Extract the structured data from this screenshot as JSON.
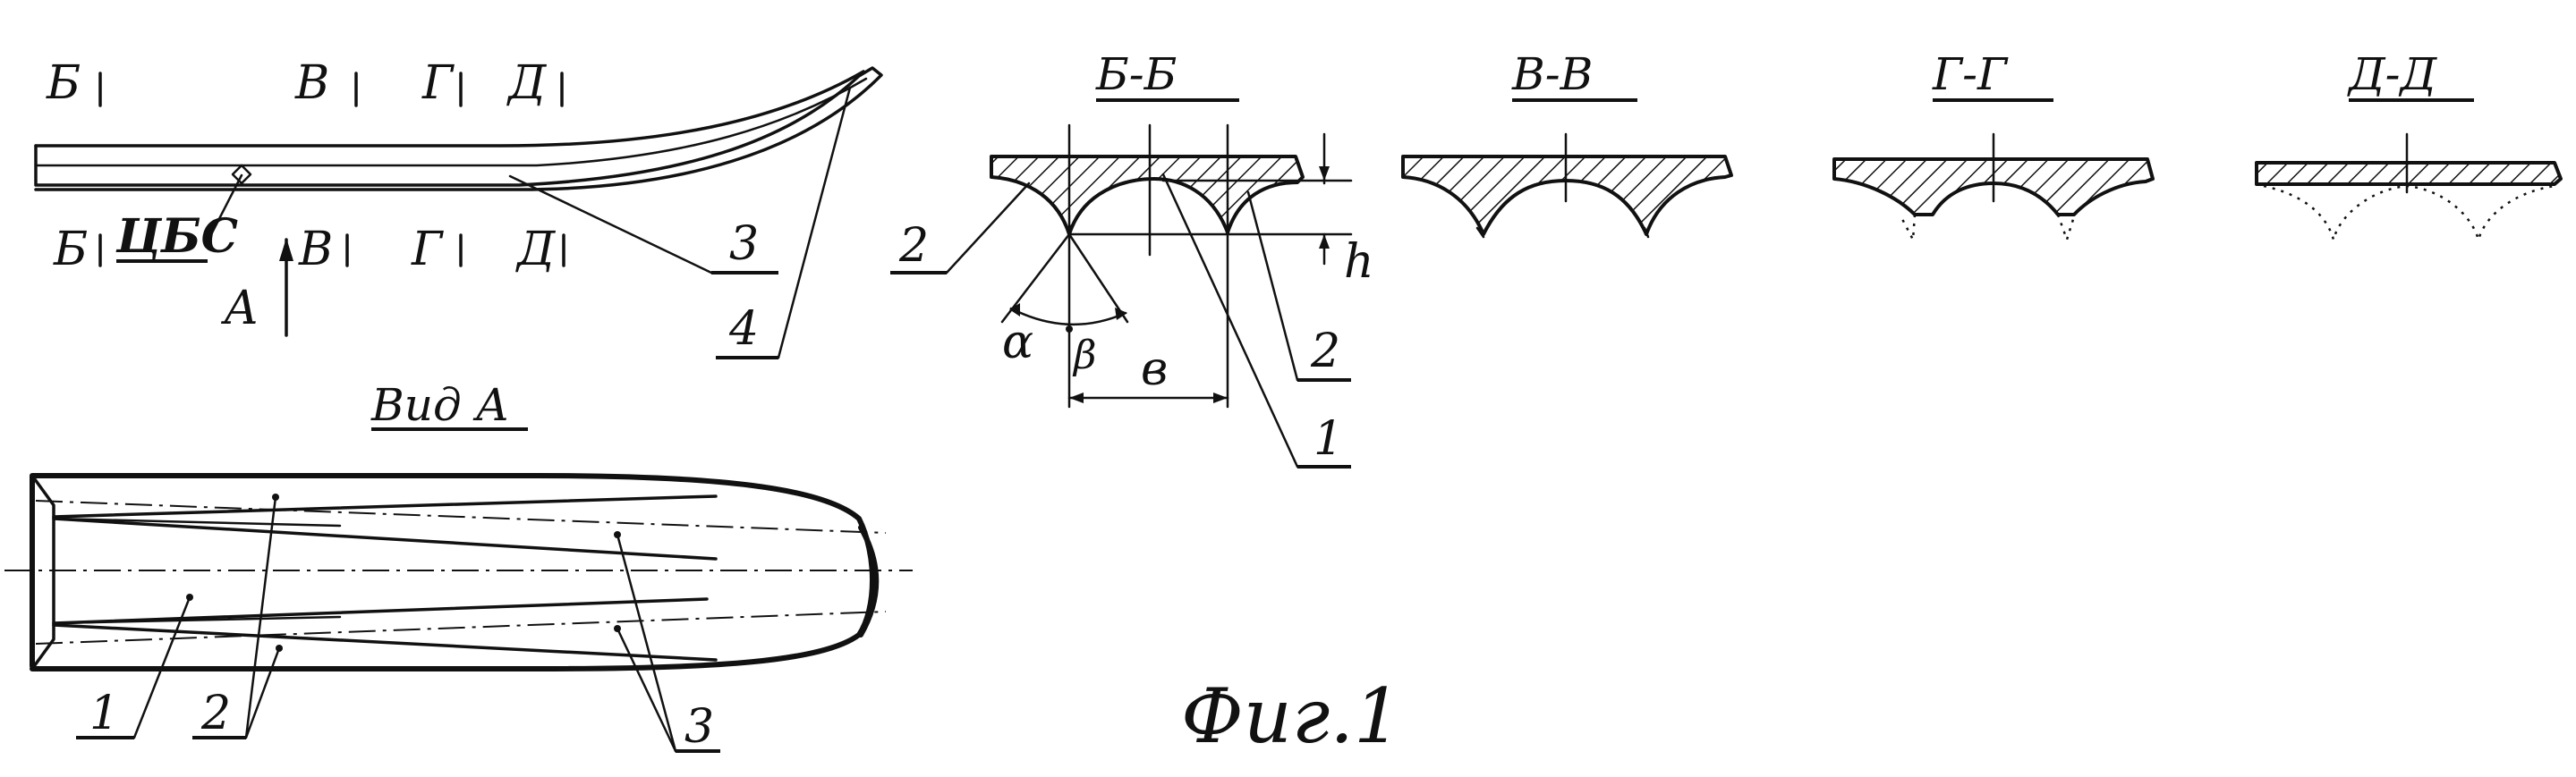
{
  "side_view": {
    "section_marks": [
      "Б",
      "В",
      "Г",
      "Д"
    ],
    "cbs_label": "ЦБС",
    "view_arrow_label": "А",
    "callouts": [
      "3",
      "4"
    ]
  },
  "view_a": {
    "title": "Вид А",
    "callouts": [
      "1",
      "2",
      "3"
    ]
  },
  "section_bb": {
    "title": "Б-Б",
    "callouts": [
      "2",
      "2",
      "1"
    ],
    "dim_h": "h",
    "angle_alpha": "α",
    "angle_beta": "β",
    "dim_b": "в"
  },
  "section_vv": {
    "title": "В-В"
  },
  "section_gg": {
    "title": "Г-Г"
  },
  "section_dd": {
    "title": "Д-Д"
  },
  "figure_caption": "Фиг.1"
}
